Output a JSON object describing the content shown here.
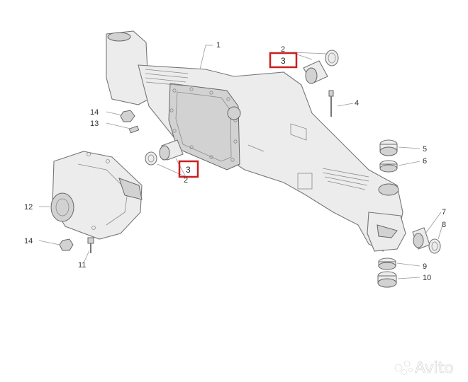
{
  "callouts": [
    {
      "id": "c1",
      "text": "1"
    },
    {
      "id": "c2",
      "text": "2"
    },
    {
      "id": "c3a",
      "text": "3"
    },
    {
      "id": "c3b",
      "text": "3"
    },
    {
      "id": "c4",
      "text": "4"
    },
    {
      "id": "c5",
      "text": "5"
    },
    {
      "id": "c6",
      "text": "6"
    },
    {
      "id": "c7",
      "text": "7"
    },
    {
      "id": "c8",
      "text": "8"
    },
    {
      "id": "c9",
      "text": "9"
    },
    {
      "id": "c10",
      "text": "10"
    },
    {
      "id": "c11",
      "text": "11"
    },
    {
      "id": "c12",
      "text": "12"
    },
    {
      "id": "c13",
      "text": "13"
    },
    {
      "id": "c14a",
      "text": "14"
    },
    {
      "id": "c14b",
      "text": "14"
    },
    {
      "id": "c2b",
      "text": "2"
    }
  ],
  "highlight_color": "#cc1f1f",
  "watermark": {
    "text": "Avito"
  }
}
